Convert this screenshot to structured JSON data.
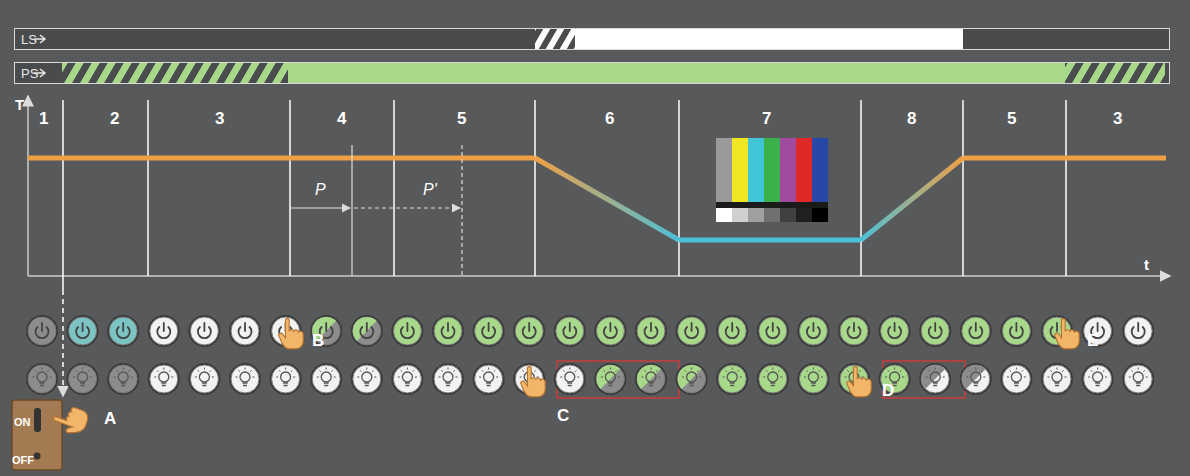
{
  "diagram": {
    "nodes": [
      {
        "text": [
          "LS"
        ]
      },
      {
        "text": [
          "PS"
        ]
      }
    ],
    "labels": [
      "T",
      "t",
      "1",
      "2",
      "3",
      "4",
      "5",
      "6",
      "7",
      "8",
      "5",
      "3",
      "P",
      "P'",
      "A",
      "B",
      "C",
      "D",
      "E",
      "ON",
      "OFF"
    ]
  }
}
